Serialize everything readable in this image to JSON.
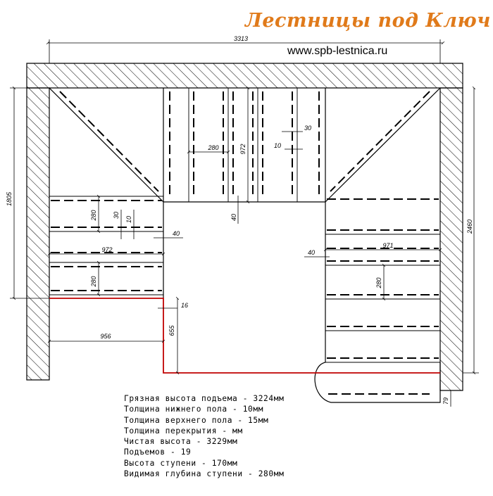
{
  "header": {
    "brand": "Лестницы под Ключ",
    "url": "www.spb-lestnica.ru"
  },
  "dimensions": {
    "overall_width": "3313",
    "left_height": "1805",
    "right_height": "2460",
    "tread_depth_upper": "280",
    "stringer_length": "972",
    "gap_30_upper": "30",
    "gap_10_upper": "10",
    "gap_40_center": "40",
    "tread_depth_left_1": "280",
    "gap_30_left": "30",
    "gap_10_left": "10",
    "gap_40_left": "40",
    "width_left": "972",
    "tread_depth_left_2": "280",
    "gap_16": "16",
    "opening_655": "655",
    "width_956": "956",
    "gap_40_right": "40",
    "width_right": "971",
    "tread_depth_right": "280",
    "gap_79": "79"
  },
  "specs": [
    "Грязная высота подъема - 3224мм",
    "Толщина нижнего пола - 10мм",
    "Толщина верхнего пола - 15мм",
    "Толщина перекрытия - мм",
    "Чистая высота - 3229мм",
    "Подъемов - 19",
    "Высота ступени - 170мм",
    "Видимая глубина ступени - 280мм"
  ],
  "colors": {
    "brand": "#e07a1a",
    "line": "#000000",
    "opening": "#c00000"
  }
}
